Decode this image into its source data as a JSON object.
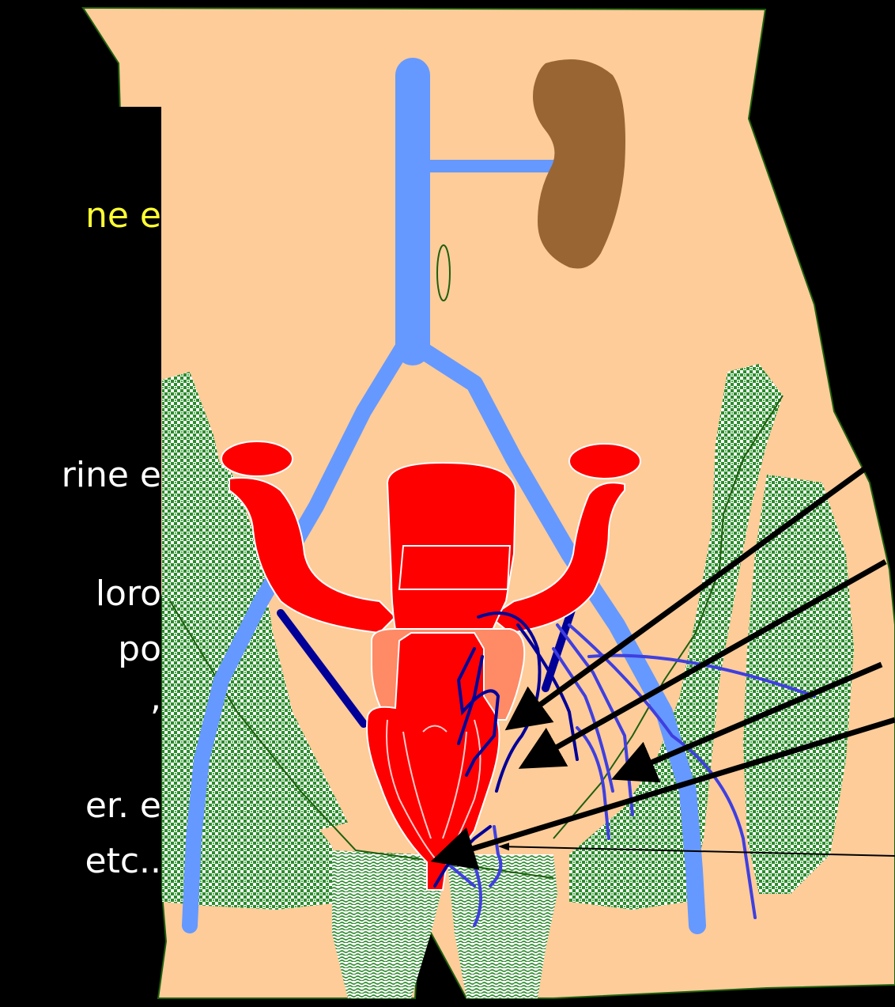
{
  "text_box": {
    "lines": [
      {
        "text": "ne  e",
        "highlight": true
      },
      {
        "text": "rine e",
        "highlight": false
      },
      {
        "text": "loro",
        "highlight": false
      },
      {
        "text": "po",
        "highlight": false
      },
      {
        "text": ",",
        "highlight": false
      },
      {
        "text": "er. e",
        "highlight": false
      },
      {
        "text": "etc..",
        "highlight": false
      }
    ]
  },
  "colors": {
    "background": "#000000",
    "body_skin": "#FECC99",
    "body_outline": "#1F5F0F",
    "vessels": "#6699FF",
    "kidney": "#996633",
    "organs_red": "#FF0000",
    "bladder_pink": "#FF8A66",
    "muscle_green": "#2E8B2E",
    "nerves_dark_blue": "#000099",
    "nerves_blue": "#3F3FE0",
    "arrows": "#000000",
    "highlight_text": "#FFFF33",
    "text": "#FFFFFF"
  }
}
